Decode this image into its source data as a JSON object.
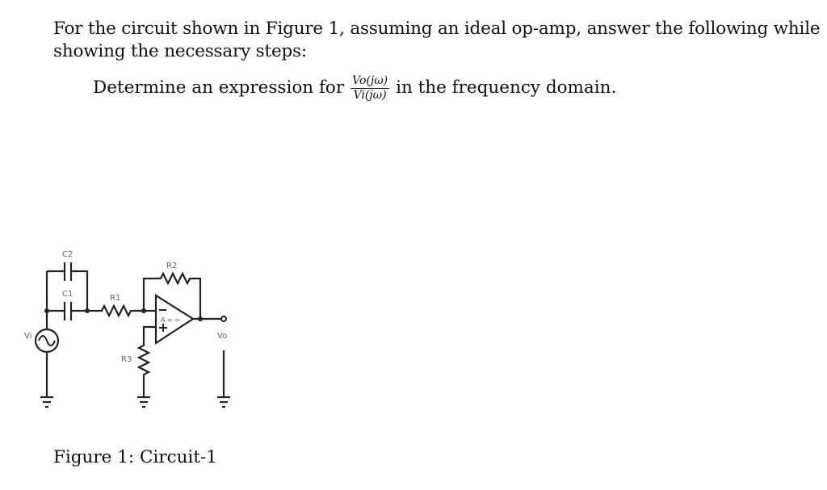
{
  "problem": {
    "intro": "For the circuit shown in Figure 1, assuming an ideal op-amp, answer the following while showing the necessary steps:",
    "task_prefix": "Determine an expression for",
    "fraction_numerator": "Vo(jω)",
    "fraction_denominator": "Vi(jω)",
    "task_suffix": "in the frequency domain."
  },
  "figure": {
    "caption": "Figure 1: Circuit-1",
    "labels": {
      "c1": "C1",
      "c2": "C2",
      "r1": "R1",
      "r2": "R2",
      "r3": "R3",
      "vi": "Vi",
      "vo": "Vo",
      "gain": "A = ∞",
      "minus": "−",
      "plus": "+"
    }
  }
}
